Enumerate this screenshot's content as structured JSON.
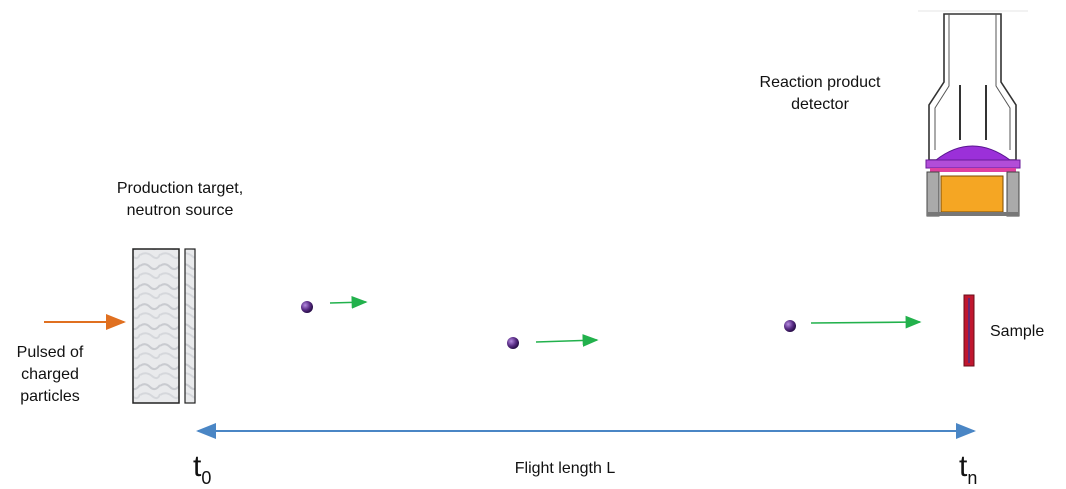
{
  "labels": {
    "production_target": "Production target,\nneutron source",
    "detector": "Reaction product\ndetector",
    "pulsed": "Pulsed of\ncharged\nparticles",
    "sample": "Sample",
    "flight_length": "Flight length L"
  },
  "time_labels": {
    "start_main": "t",
    "start_sub": "0",
    "end_main": "t",
    "end_sub": "n"
  },
  "colors": {
    "beam_arrow": "#e07020",
    "neutron_arrow": "#22b14c",
    "flight_arrow": "#4a86c5",
    "neutron": "#5a2d86",
    "sample": "#c0172f",
    "detector_orange": "#f5a623",
    "detector_purple": "#9b30d9"
  }
}
